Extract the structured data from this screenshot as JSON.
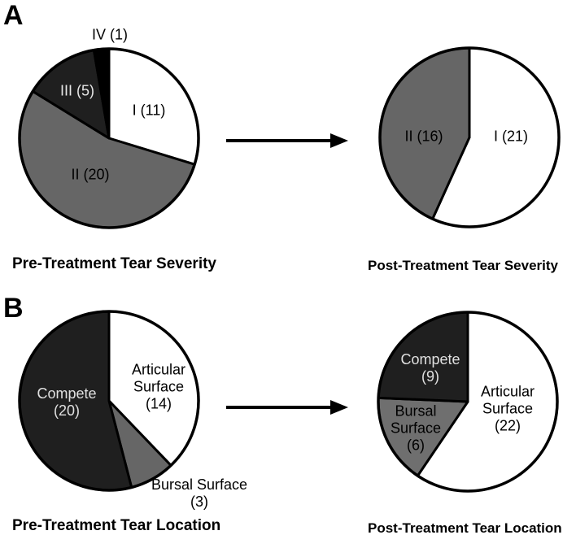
{
  "figure": {
    "panel_a_letter": "A",
    "panel_b_letter": "B",
    "background": "#ffffff",
    "outline_color": "#000000",
    "arrow_color": "#000000"
  },
  "chart_data": [
    {
      "id": "pre_treatment_tear_severity",
      "type": "pie",
      "panel": "A",
      "side": "left",
      "title": "Pre-Treatment Tear Severity",
      "total": 37,
      "start_angle_deg": 0,
      "direction": "clockwise",
      "legend": "none",
      "slices": [
        {
          "name": "I",
          "value": 11,
          "display": "I (11)",
          "color": "#ffffff",
          "label_color": "#000000",
          "label_placement": "inside"
        },
        {
          "name": "II",
          "value": 20,
          "display": "II (20)",
          "color": "#666666",
          "label_color": "#000000",
          "label_placement": "inside"
        },
        {
          "name": "III",
          "value": 5,
          "display": "III (5)",
          "color": "#1f1f1f",
          "label_color": "#e6e6e6",
          "label_placement": "inside"
        },
        {
          "name": "IV",
          "value": 1,
          "display": "IV (1)",
          "color": "#000000",
          "label_color": "#000000",
          "label_placement": "outside-top"
        }
      ]
    },
    {
      "id": "post_treatment_tear_severity",
      "type": "pie",
      "panel": "A",
      "side": "right",
      "title": "Post-Treatment Tear Severity",
      "total": 37,
      "start_angle_deg": 0,
      "direction": "clockwise",
      "legend": "none",
      "slices": [
        {
          "name": "I",
          "value": 21,
          "display": "I (21)",
          "color": "#ffffff",
          "label_color": "#000000",
          "label_placement": "inside"
        },
        {
          "name": "II",
          "value": 16,
          "display": "II (16)",
          "color": "#666666",
          "label_color": "#000000",
          "label_placement": "inside"
        }
      ]
    },
    {
      "id": "pre_treatment_tear_location",
      "type": "pie",
      "panel": "B",
      "side": "left",
      "title": "Pre-Treatment Tear Location",
      "total": 37,
      "start_angle_deg": 0,
      "direction": "clockwise",
      "legend": "none",
      "slices": [
        {
          "name": "Articular Surface",
          "value": 14,
          "display": "Articular\nSurface\n(14)",
          "color": "#ffffff",
          "label_color": "#000000",
          "label_placement": "inside"
        },
        {
          "name": "Bursal Surface",
          "value": 3,
          "display": "Bursal Surface\n(3)",
          "color": "#666666",
          "label_color": "#000000",
          "label_placement": "outside-bottom-right"
        },
        {
          "name": "Compete",
          "value": 20,
          "display": "Compete\n(20)",
          "color": "#1f1f1f",
          "label_color": "#e0e0e0",
          "label_placement": "inside"
        }
      ]
    },
    {
      "id": "post_treatment_tear_location",
      "type": "pie",
      "panel": "B",
      "side": "right",
      "title": "Post-Treatment Tear Location",
      "total": 37,
      "start_angle_deg": 0,
      "direction": "clockwise",
      "legend": "none",
      "slices": [
        {
          "name": "Articular Surface",
          "value": 22,
          "display": "Articular\nSurface\n(22)",
          "color": "#ffffff",
          "label_color": "#000000",
          "label_placement": "inside"
        },
        {
          "name": "Bursal Surface",
          "value": 6,
          "display": "Bursal\nSurface\n(6)",
          "color": "#6f6f6f",
          "label_color": "#000000",
          "label_placement": "inside"
        },
        {
          "name": "Compete",
          "value": 9,
          "display": "Compete\n(9)",
          "color": "#1f1f1f",
          "label_color": "#e0e0e0",
          "label_placement": "inside"
        }
      ]
    }
  ]
}
